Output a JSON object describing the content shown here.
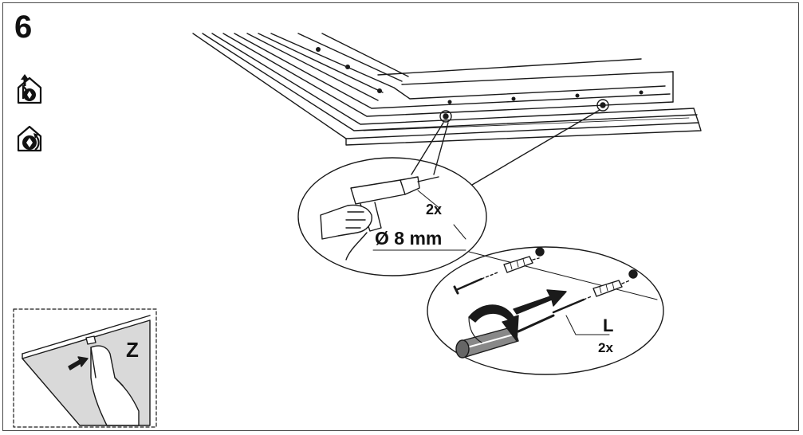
{
  "step": {
    "number": "6"
  },
  "icons": {
    "extraction_mode": "house-extraction-fan-icon",
    "recirculation_mode": "house-recirculation-fan-icon"
  },
  "drill_callout": {
    "quantity": "2x",
    "diameter": "Ø 8 mm"
  },
  "screw_callout": {
    "size": "L",
    "quantity": "2x"
  },
  "inset": {
    "letter": "Z"
  },
  "colors": {
    "line": "#1a1a1a",
    "panel_fill": "#d9d9d9",
    "frame": "#4a4a4a"
  }
}
